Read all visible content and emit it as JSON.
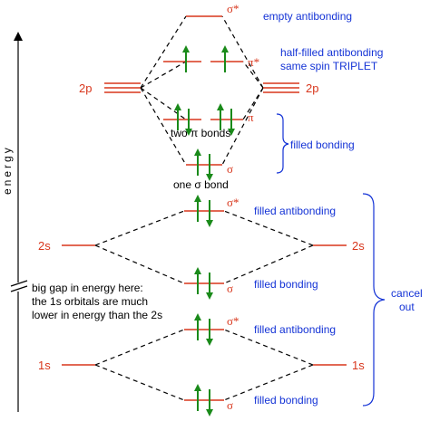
{
  "axis": {
    "label": "energy"
  },
  "atomic_orbitals": {
    "two_p_left": "2p",
    "two_p_right": "2p",
    "two_s_left": "2s",
    "two_s_right": "2s",
    "one_s_left": "1s",
    "one_s_right": "1s"
  },
  "mo_symbols": {
    "sigma_star_2p": "σ*",
    "pi_star_2p": "π*",
    "pi_2p": "π",
    "sigma_2p": "σ",
    "sigma_star_2s": "σ*",
    "sigma_2s": "σ",
    "sigma_star_1s": "σ*",
    "sigma_1s": "σ"
  },
  "descriptions": {
    "empty_antibonding": "empty antibonding",
    "half_filled_line1": "half-filled antibonding",
    "half_filled_line2": "same spin TRIPLET",
    "filled_bonding_pi": "filled bonding",
    "filled_antibonding_2s": "filled antibonding",
    "filled_bonding_2s": "filled bonding",
    "filled_antibonding_1s": "filled antibonding",
    "filled_bonding_1s": "filled bonding",
    "cancel_line1": "cancel",
    "cancel_line2": "out"
  },
  "annotations": {
    "two_pi_bonds": "two π bonds",
    "one_sigma_bond": "one σ bond",
    "gap_line1": "big gap in energy here:",
    "gap_line2": "the 1s orbitals are much",
    "gap_line3": "lower in energy than the 2s"
  },
  "colors": {
    "level": "#d8361c",
    "arrow": "#1a8a1a",
    "label_blue": "#1433d6",
    "dashed": "#000000"
  }
}
